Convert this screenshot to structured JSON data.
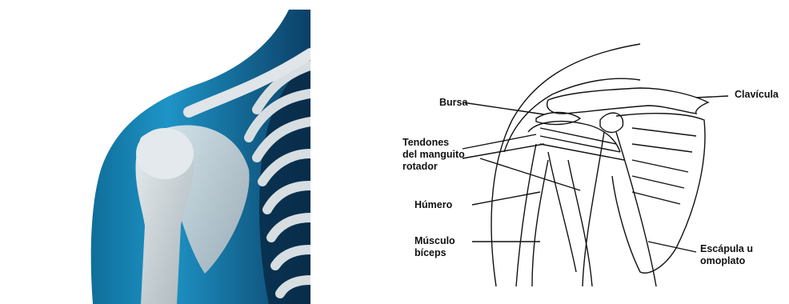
{
  "labels": {
    "bursa": "Bursa",
    "clavicula": "Clavícula",
    "tendones": [
      "Tendones",
      "del manguito",
      "rotador"
    ],
    "humero": "Húmero",
    "musculo": [
      "Músculo",
      "bíceps"
    ],
    "escapula": [
      "Escápula u",
      "omoplato"
    ]
  },
  "colors": {
    "skin_blue": "#1f8fc0",
    "bone": "#cfd6da",
    "line": "#111111"
  }
}
